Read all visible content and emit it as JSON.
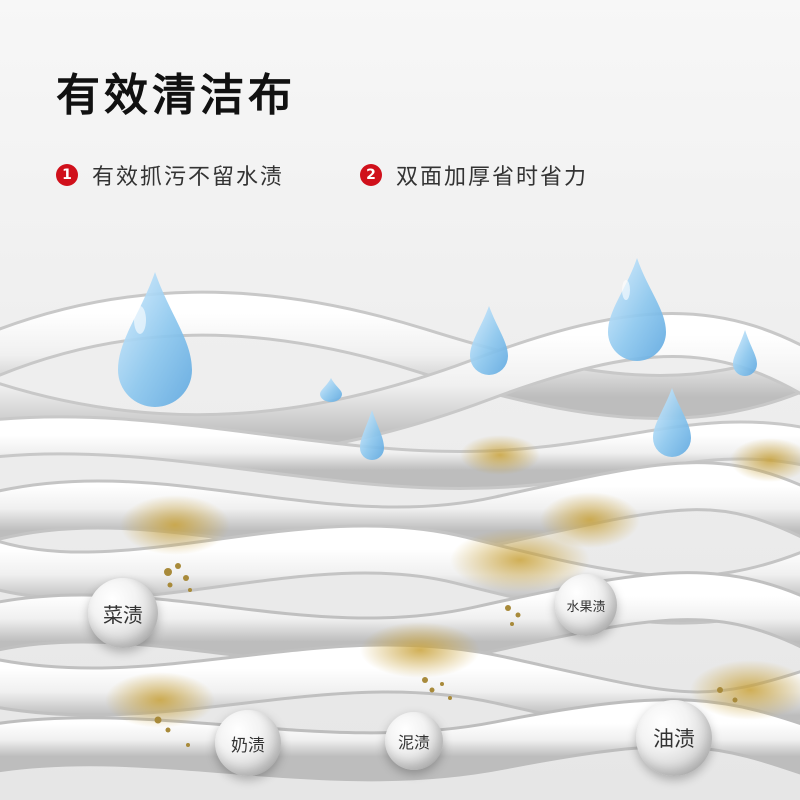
{
  "title": "有效清洁布",
  "features": [
    {
      "num": "1",
      "text": "有效抓污不留水渍"
    },
    {
      "num": "2",
      "text": "双面加厚省时省力"
    }
  ],
  "stains": {
    "cai": "菜渍",
    "shuiguo": "水果渍",
    "nai": "奶渍",
    "ni": "泥渍",
    "you": "油渍"
  },
  "colors": {
    "accent": "#d0101b",
    "fiber": "#f4f4f4",
    "stain": "#c9a23a",
    "water": "#8cc7ee"
  }
}
